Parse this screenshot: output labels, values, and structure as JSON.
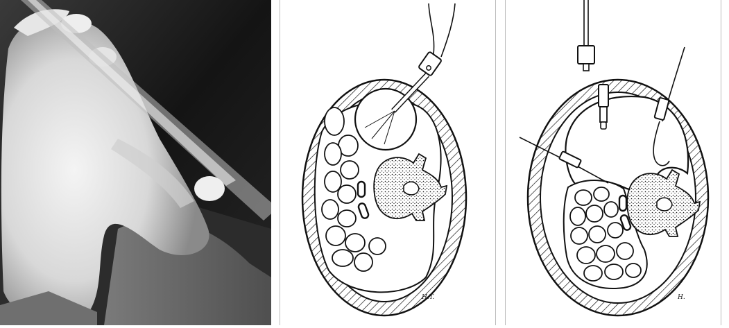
{
  "figure": {
    "background_color": "#ffffff",
    "photo": {
      "description_icon": "surgical-photo-icon",
      "tone": "grayscale"
    },
    "diagrams": [
      {
        "name": "cross-section-single-trocar",
        "signature": "H.T."
      },
      {
        "name": "cross-section-multiple-trocars",
        "signature": "H."
      }
    ]
  }
}
